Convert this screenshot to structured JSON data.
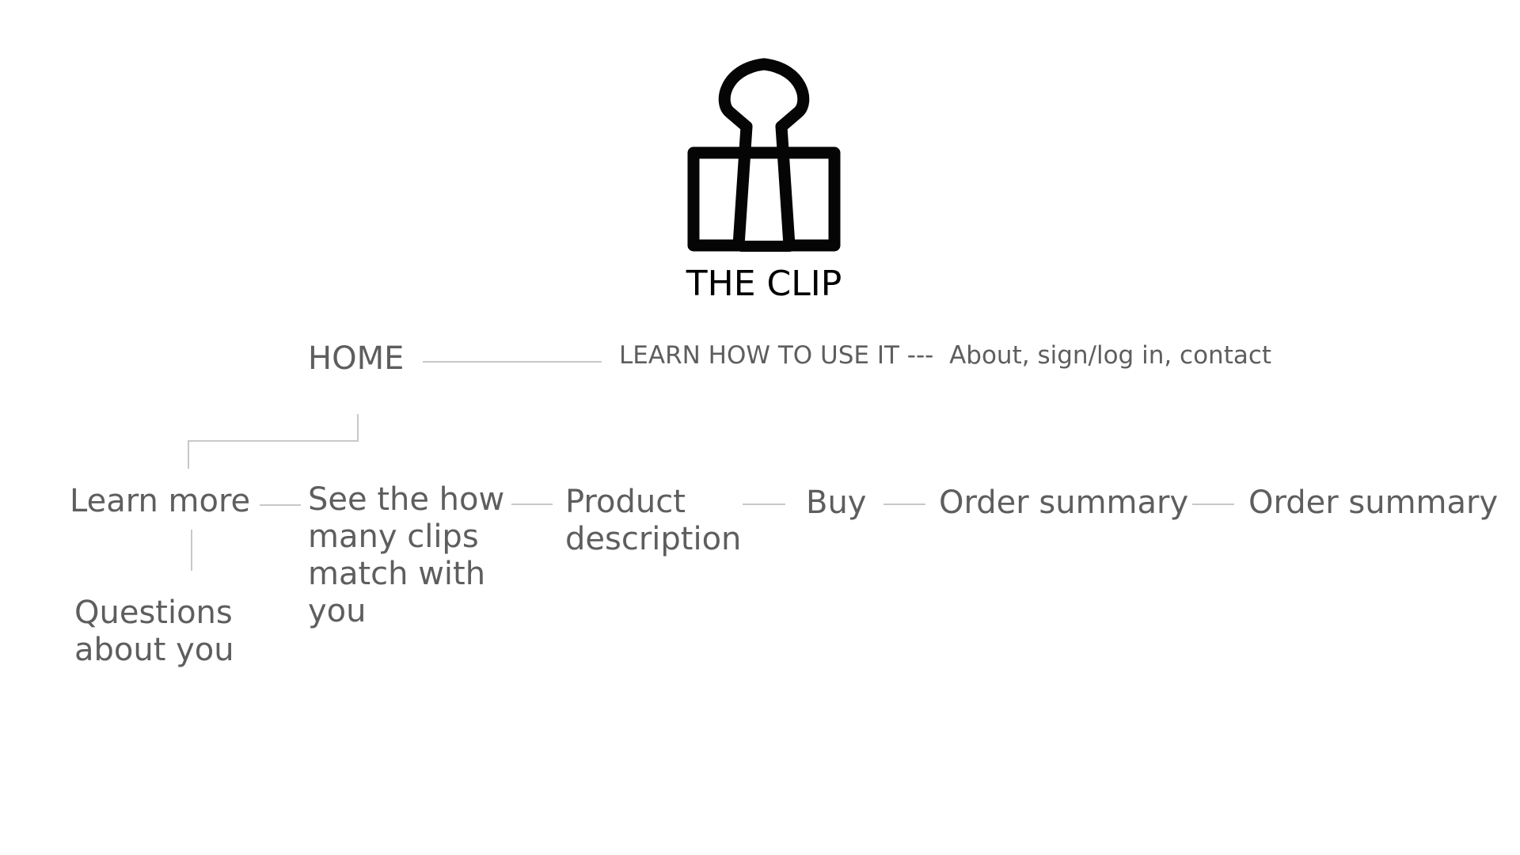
{
  "logo": {
    "icon": "binder-clip-icon",
    "text": "THE CLIP"
  },
  "sitemap": {
    "home": "HOME",
    "top_links": {
      "learn_how": "LEARN HOW TO USE IT ---",
      "other": "About, sign/log in, contact"
    },
    "flow": [
      "Learn more",
      "See the how many clips match with you",
      "Product description",
      "Buy",
      "Order summary",
      "Order summary"
    ],
    "questions": "Questions about you"
  },
  "colors": {
    "text": "#5e5e5e",
    "connector": "#c8c8c8",
    "logo": "#000000"
  }
}
